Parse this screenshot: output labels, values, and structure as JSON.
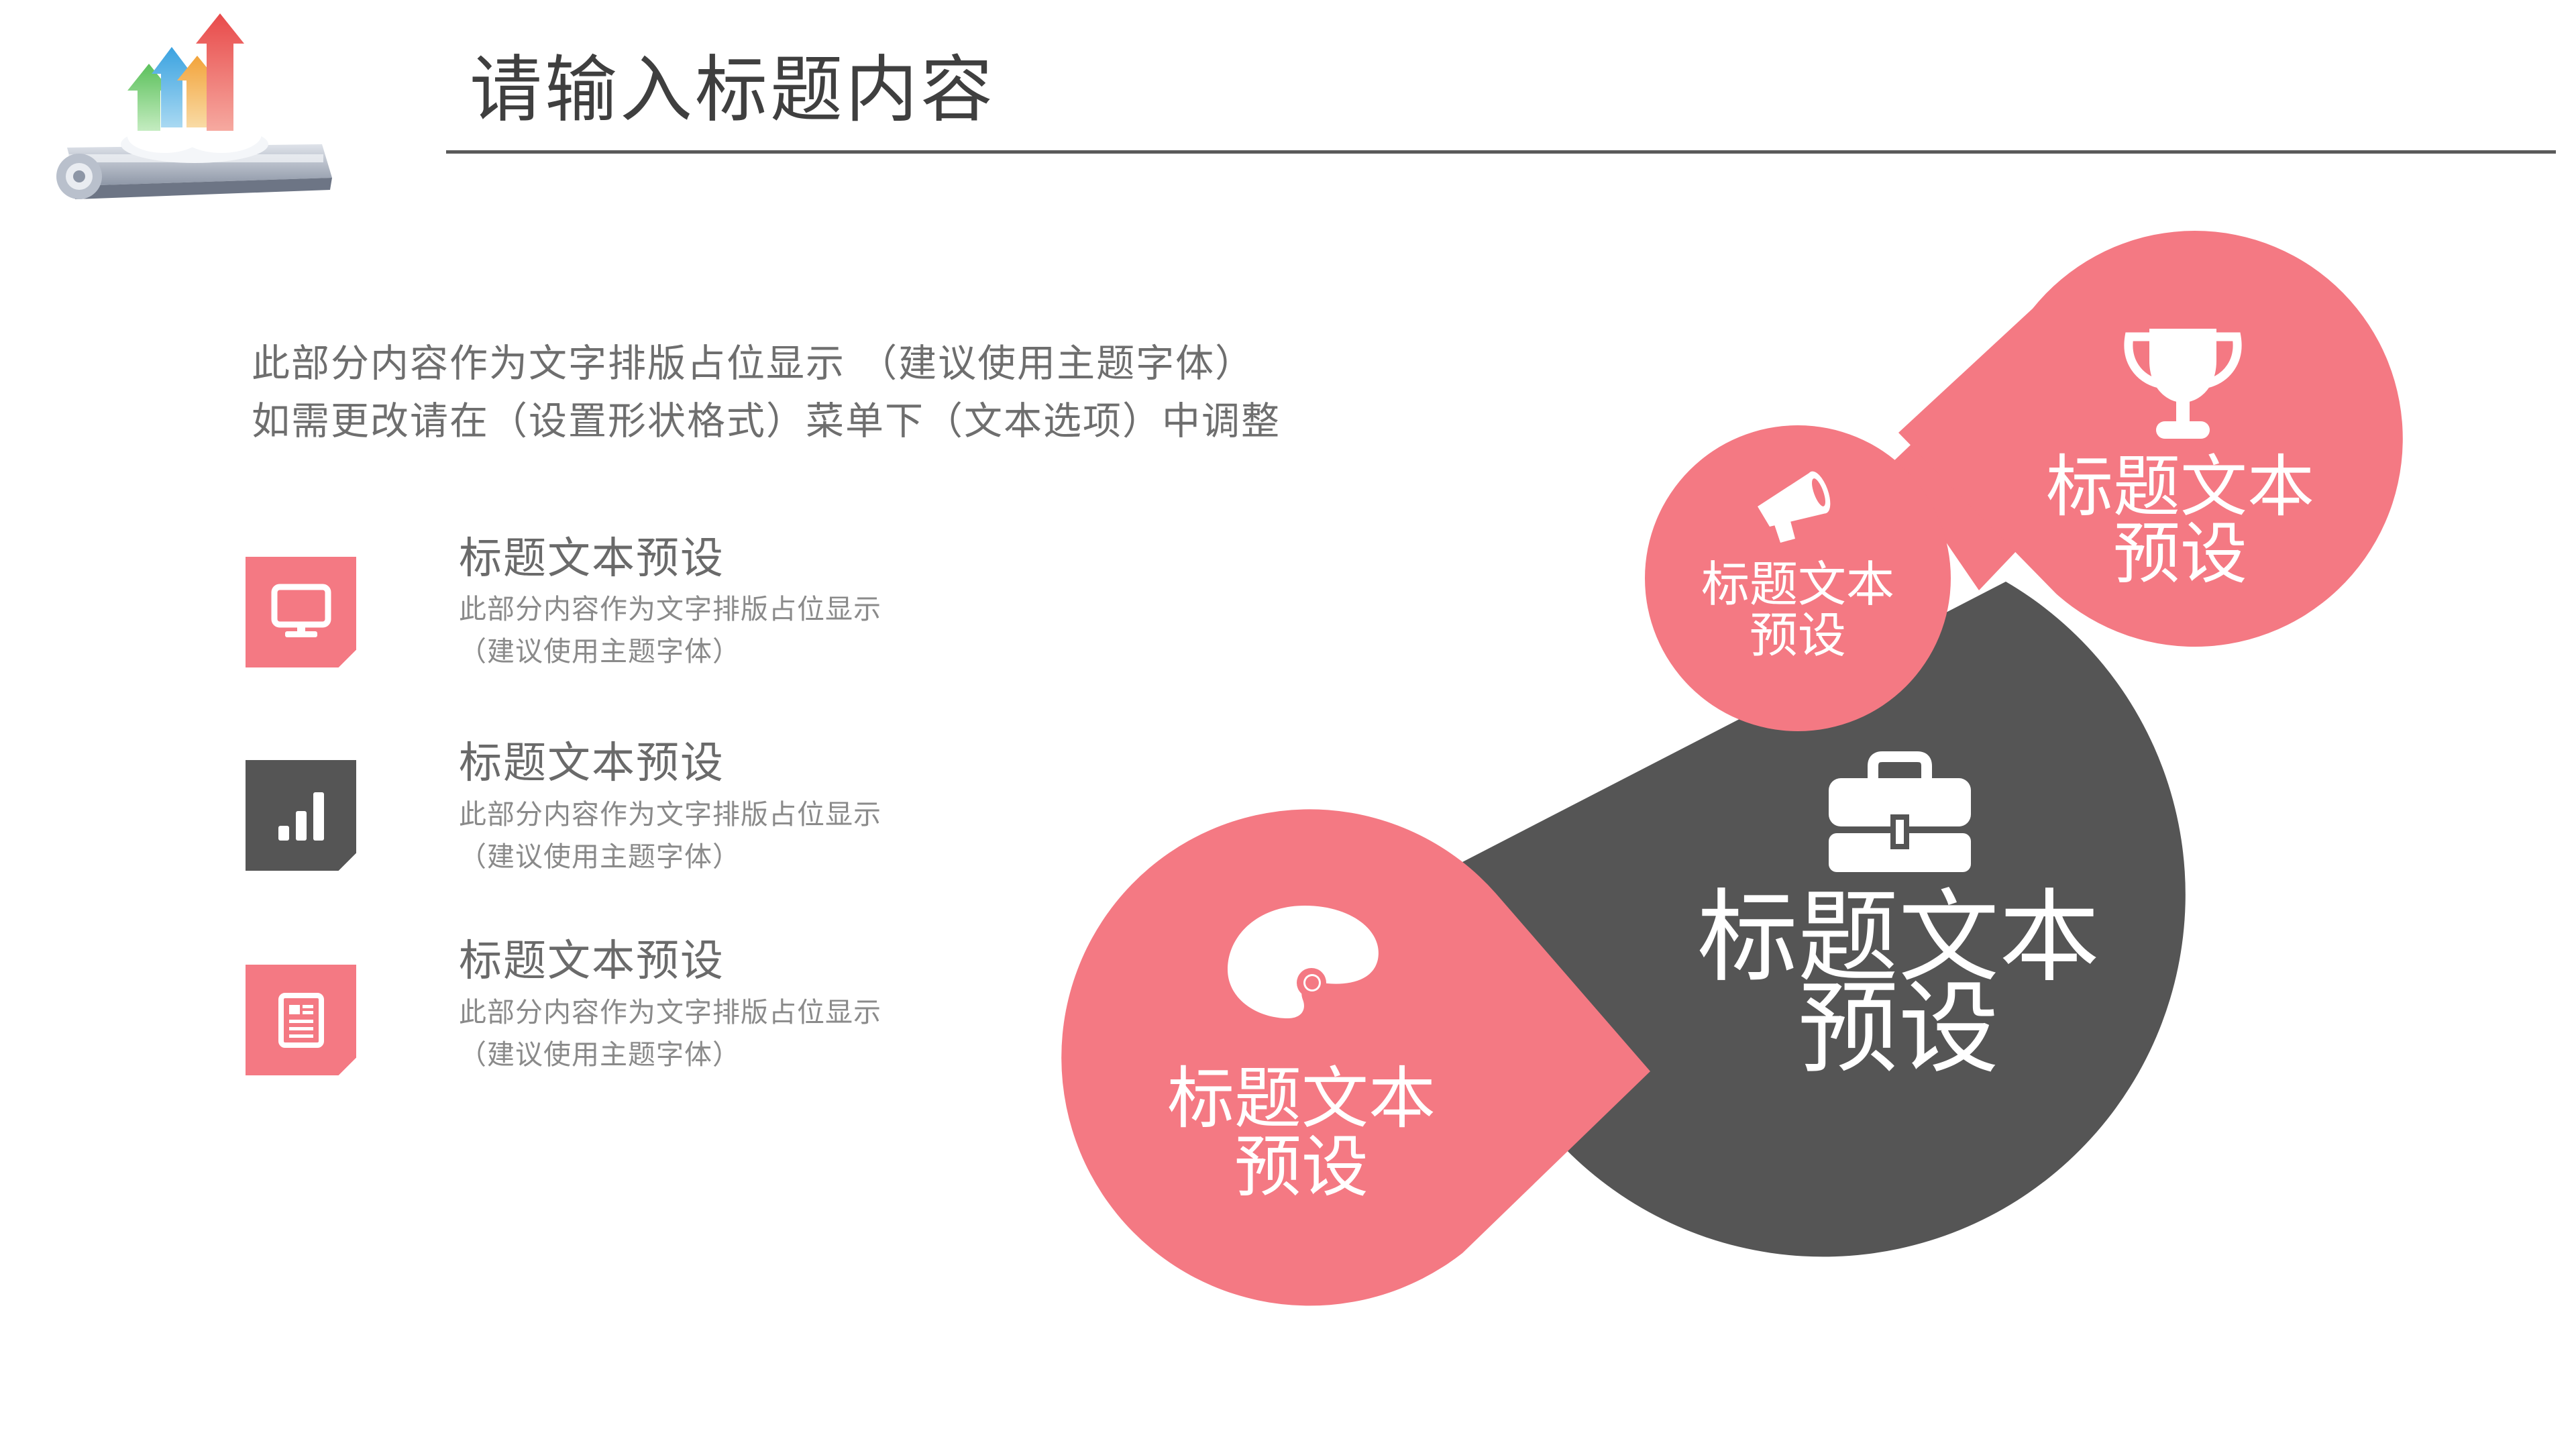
{
  "header": {
    "title": "请输入标题内容"
  },
  "intro": {
    "line1": "此部分内容作为文字排版占位显示  （建议使用主题字体）",
    "line2": "如需更改请在（设置形状格式）菜单下（文本选项）中调整"
  },
  "items": [
    {
      "title": "标题文本预设",
      "desc1": "此部分内容作为文字排版占位显示",
      "desc2": "（建议使用主题字体）",
      "icon": "monitor-icon",
      "color": "#f47983"
    },
    {
      "title": "标题文本预设",
      "desc1": "此部分内容作为文字排版占位显示",
      "desc2": "（建议使用主题字体）",
      "icon": "bar-chart-icon",
      "color": "#555555"
    },
    {
      "title": "标题文本预设",
      "desc1": "此部分内容作为文字排版占位显示",
      "desc2": "（建议使用主题字体）",
      "icon": "document-icon",
      "color": "#f47983"
    }
  ],
  "diagram": {
    "center": {
      "line1": "标题文本",
      "line2": "预设",
      "icon": "briefcase-icon"
    },
    "bottom": {
      "line1": "标题文本",
      "line2": "预设",
      "icon": "palette-icon"
    },
    "small": {
      "line1": "标题文本",
      "line2": "预设",
      "icon": "megaphone-icon"
    },
    "topright": {
      "line1": "标题文本",
      "line2": "预设",
      "icon": "trophy-icon"
    }
  },
  "colors": {
    "accent": "#f47983",
    "dark": "#555555",
    "text": "#6e6e6e"
  }
}
